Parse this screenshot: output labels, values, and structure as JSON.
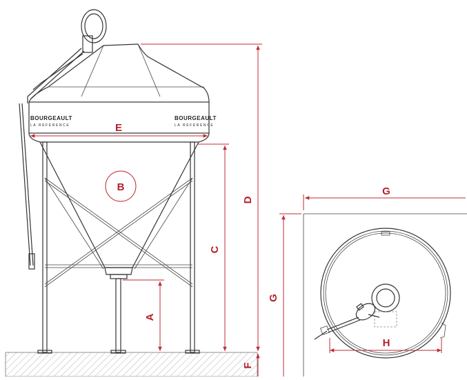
{
  "diagram": {
    "labels": {
      "A": "A",
      "B": "B",
      "C": "C",
      "D": "D",
      "E": "E",
      "F": "F",
      "G_top": "G",
      "G_side": "G",
      "H": "H"
    },
    "brand": {
      "left_name": "BOURGEAULT",
      "left_tagline": "LA RÉFÉRENCE",
      "right_name": "BOURGEAULT",
      "right_tagline": "LA RÉFÉRENCE"
    },
    "colors": {
      "dimension": "#c22a34",
      "label": "#b3202a",
      "outline": "#333333",
      "ground_hatch": "#999999"
    }
  }
}
